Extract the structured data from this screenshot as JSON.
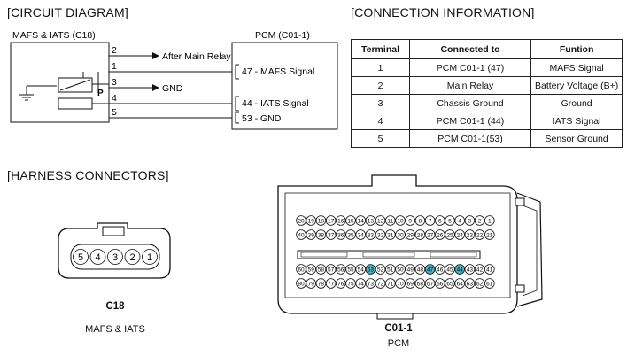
{
  "circuit": {
    "title": "[CIRCUIT DIAGRAM]",
    "sensor_label": "MAFS & IATS (C18)",
    "pcm_label": "PCM (C01-1)",
    "sensor_pins": [
      "2",
      "1",
      "3",
      "4",
      "5"
    ],
    "after_main_relay": "After Main Relay",
    "gnd": "GND",
    "pcm_pins": [
      "47 - MAFS Signal",
      "44 - IATS Signal",
      "53 - GND"
    ],
    "p_label": "P"
  },
  "connection": {
    "title": "[CONNECTION INFORMATION]",
    "headers": [
      "Terminal",
      "Connected to",
      "Funtion"
    ],
    "rows": [
      [
        "1",
        "PCM C01-1 (47)",
        "MAFS Signal"
      ],
      [
        "2",
        "Main Relay",
        "Battery Voltage (B+)"
      ],
      [
        "3",
        "Chassis Ground",
        "Ground"
      ],
      [
        "4",
        "PCM C01-1 (44)",
        "IATS Signal"
      ],
      [
        "5",
        "PCM C01-1(53)",
        "Sensor Ground"
      ]
    ]
  },
  "harness": {
    "title": "[HARNESS CONNECTORS]",
    "c18": {
      "pins": [
        "5",
        "4",
        "3",
        "2",
        "1"
      ],
      "code": "C18",
      "name": "MAFS & IATS"
    },
    "c01": {
      "code": "C01-1",
      "name": "PCM",
      "row1": [
        "20",
        "19",
        "18",
        "17",
        "16",
        "15",
        "14",
        "13",
        "12",
        "11",
        "10",
        "9",
        "8",
        "7",
        "6",
        "5",
        "4",
        "3",
        "2",
        "1"
      ],
      "row2": [
        "40",
        "39",
        "38",
        "37",
        "36",
        "35",
        "34",
        "33",
        "32",
        "31",
        "30",
        "29",
        "28",
        "27",
        "26",
        "25",
        "24",
        "23",
        "22",
        "21"
      ],
      "row3": [
        "60",
        "59",
        "58",
        "57",
        "56",
        "55",
        "54",
        "53",
        "52",
        "51",
        "50",
        "49",
        "48",
        "47",
        "46",
        "45",
        "44",
        "43",
        "42",
        "41"
      ],
      "row4": [
        "80",
        "79",
        "78",
        "77",
        "76",
        "75",
        "74",
        "73",
        "72",
        "71",
        "70",
        "69",
        "68",
        "67",
        "66",
        "65",
        "64",
        "63",
        "62",
        "61"
      ],
      "highlighted": [
        "53",
        "47",
        "44"
      ],
      "highlight_color": "#4fb3bf"
    }
  }
}
